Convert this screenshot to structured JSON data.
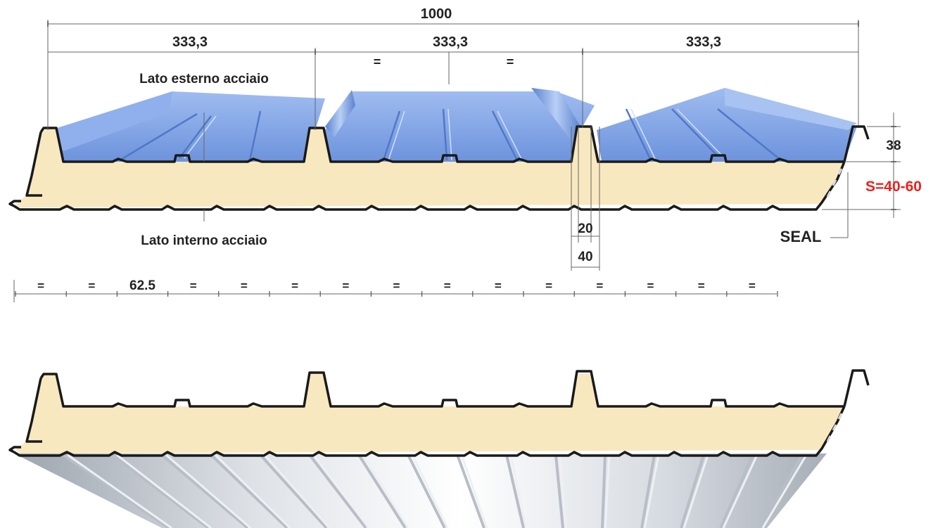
{
  "dimensions": {
    "total_width": "1000",
    "module_1": "333,3",
    "module_2": "333,3",
    "module_3": "333,3",
    "equal_left": "=",
    "equal_right": "=",
    "rib_height": "38",
    "thickness": "S=40-60",
    "joint_inner": "20",
    "joint_outer": "40",
    "rib_pitch": "62.5",
    "equal_mark": "="
  },
  "labels": {
    "outer_side": "Lato esterno acciaio",
    "inner_side": "Lato interno acciaio",
    "seal": "SEAL"
  },
  "colors": {
    "blue_sheet": "#7ea3e6",
    "blue_dark": "#4f78c8",
    "foam": "#f8e8c0",
    "steel_light": "#eef0f3",
    "steel_dark": "#b8bec7",
    "red_accent": "#e8231f",
    "outline": "#1a1a1a"
  }
}
